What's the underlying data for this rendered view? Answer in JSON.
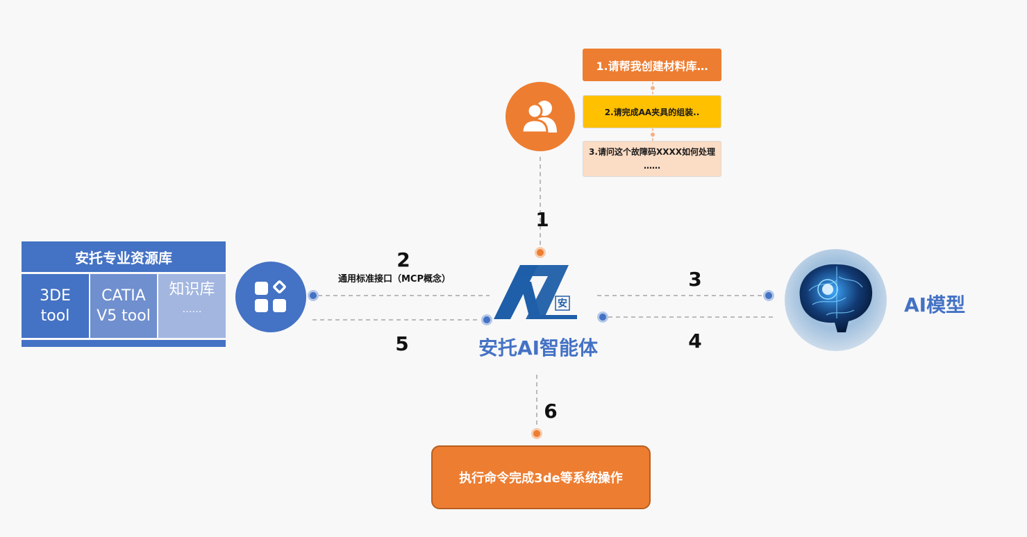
{
  "user": {
    "icon": "users-icon",
    "requests": [
      "1.请帮我创建材料库…",
      "2.请完成AA夹具的组装..",
      "3.请问这个故障码XXXX如何处理",
      "……"
    ]
  },
  "steps": [
    "1",
    "2",
    "3",
    "4",
    "5",
    "6"
  ],
  "library": {
    "title": "安托专业资源库",
    "items": [
      {
        "line1": "3DE",
        "line2": "tool"
      },
      {
        "line1": "CATIA",
        "line2": "V5 tool"
      },
      {
        "line1": "知识库",
        "line2": "……"
      }
    ]
  },
  "mcp": {
    "label": "通用标准接口（MCP概念）",
    "icon": "apps-grid-icon"
  },
  "agent": {
    "title": "安托AI智能体",
    "logo_mark": "安"
  },
  "ai_model": {
    "label": "AI模型",
    "icon": "brain-icon"
  },
  "execute": {
    "label": "执行命令完成3de等系统操作"
  },
  "colors": {
    "orange": "#ed7d31",
    "blue": "#4472c4",
    "yellow": "#ffc000",
    "peach": "#fbdcc5",
    "logo_blue": "#1f5ea8"
  }
}
